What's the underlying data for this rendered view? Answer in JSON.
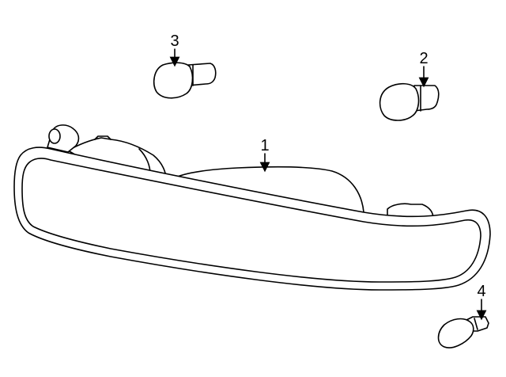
{
  "callouts": {
    "housing": "1",
    "bulb_right": "2",
    "bulb_top": "3",
    "bulb_small": "4"
  }
}
